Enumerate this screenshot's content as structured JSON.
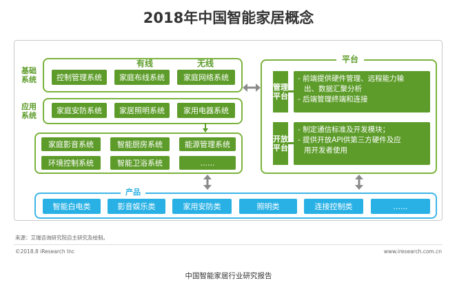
{
  "title": "2018年中国智能家居概念",
  "left": {
    "row1": {
      "label": "基础\n系统",
      "col_header_1": "有线",
      "col_header_2": "无线",
      "items": [
        "控制管理系统",
        "家庭布线系统",
        "家庭网络系统"
      ]
    },
    "row2": {
      "label": "应用\n系统",
      "items": [
        "家庭安防系统",
        "家居照明系统",
        "家用电器系统"
      ]
    },
    "row3": {
      "items": [
        "家庭影音系统",
        "智能厨房系统",
        "能源管理系统",
        "环境控制系统",
        "智能卫浴系统",
        "......"
      ]
    }
  },
  "platform": {
    "header": "平台",
    "management_label": "管理\n平台",
    "management_points": [
      "- 前端提供硬件管理、远程能力输",
      "出、数据汇聚分析",
      "- 后端管理终端和连接"
    ],
    "open_label": "开放\n平台",
    "open_points": [
      "- 制定通信标准及开发模块；",
      "- 提供开放API供第三方硬件及应",
      "用开发者使用"
    ]
  },
  "products": {
    "header": "产品",
    "items": [
      "智能白电类",
      "影音娱乐类",
      "家用安防类",
      "照明类",
      "连接控制类",
      "......"
    ]
  },
  "footer": {
    "source": "来源：艾瑞咨询研究院自主研究及绘制。",
    "copyright": "©2018.8 iResearch Inc",
    "website": "www.iresearch.com.cn"
  },
  "caption": "中国智能家居行业研究报告",
  "colors": {
    "green": "#5d9c2a",
    "green_border": "#7ab23c",
    "blue": "#29b1e5",
    "arrow_gray": "#8a8a8a"
  }
}
